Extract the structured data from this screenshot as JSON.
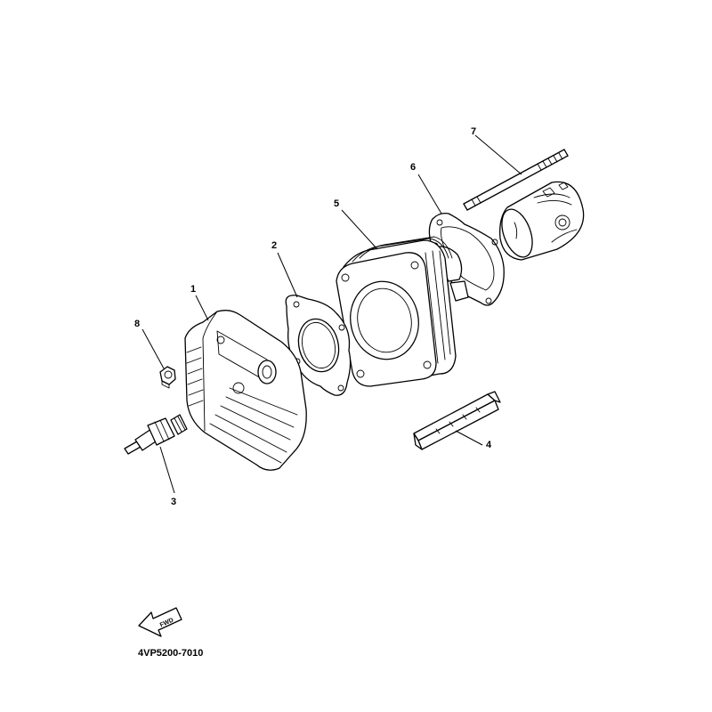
{
  "callouts": {
    "c1": "1",
    "c2": "2",
    "c3": "3",
    "c4": "4",
    "c5": "5",
    "c6": "6",
    "c7": "7",
    "c8": "8"
  },
  "fwd_label": "FWD",
  "part_code": "4VP5200-7010"
}
